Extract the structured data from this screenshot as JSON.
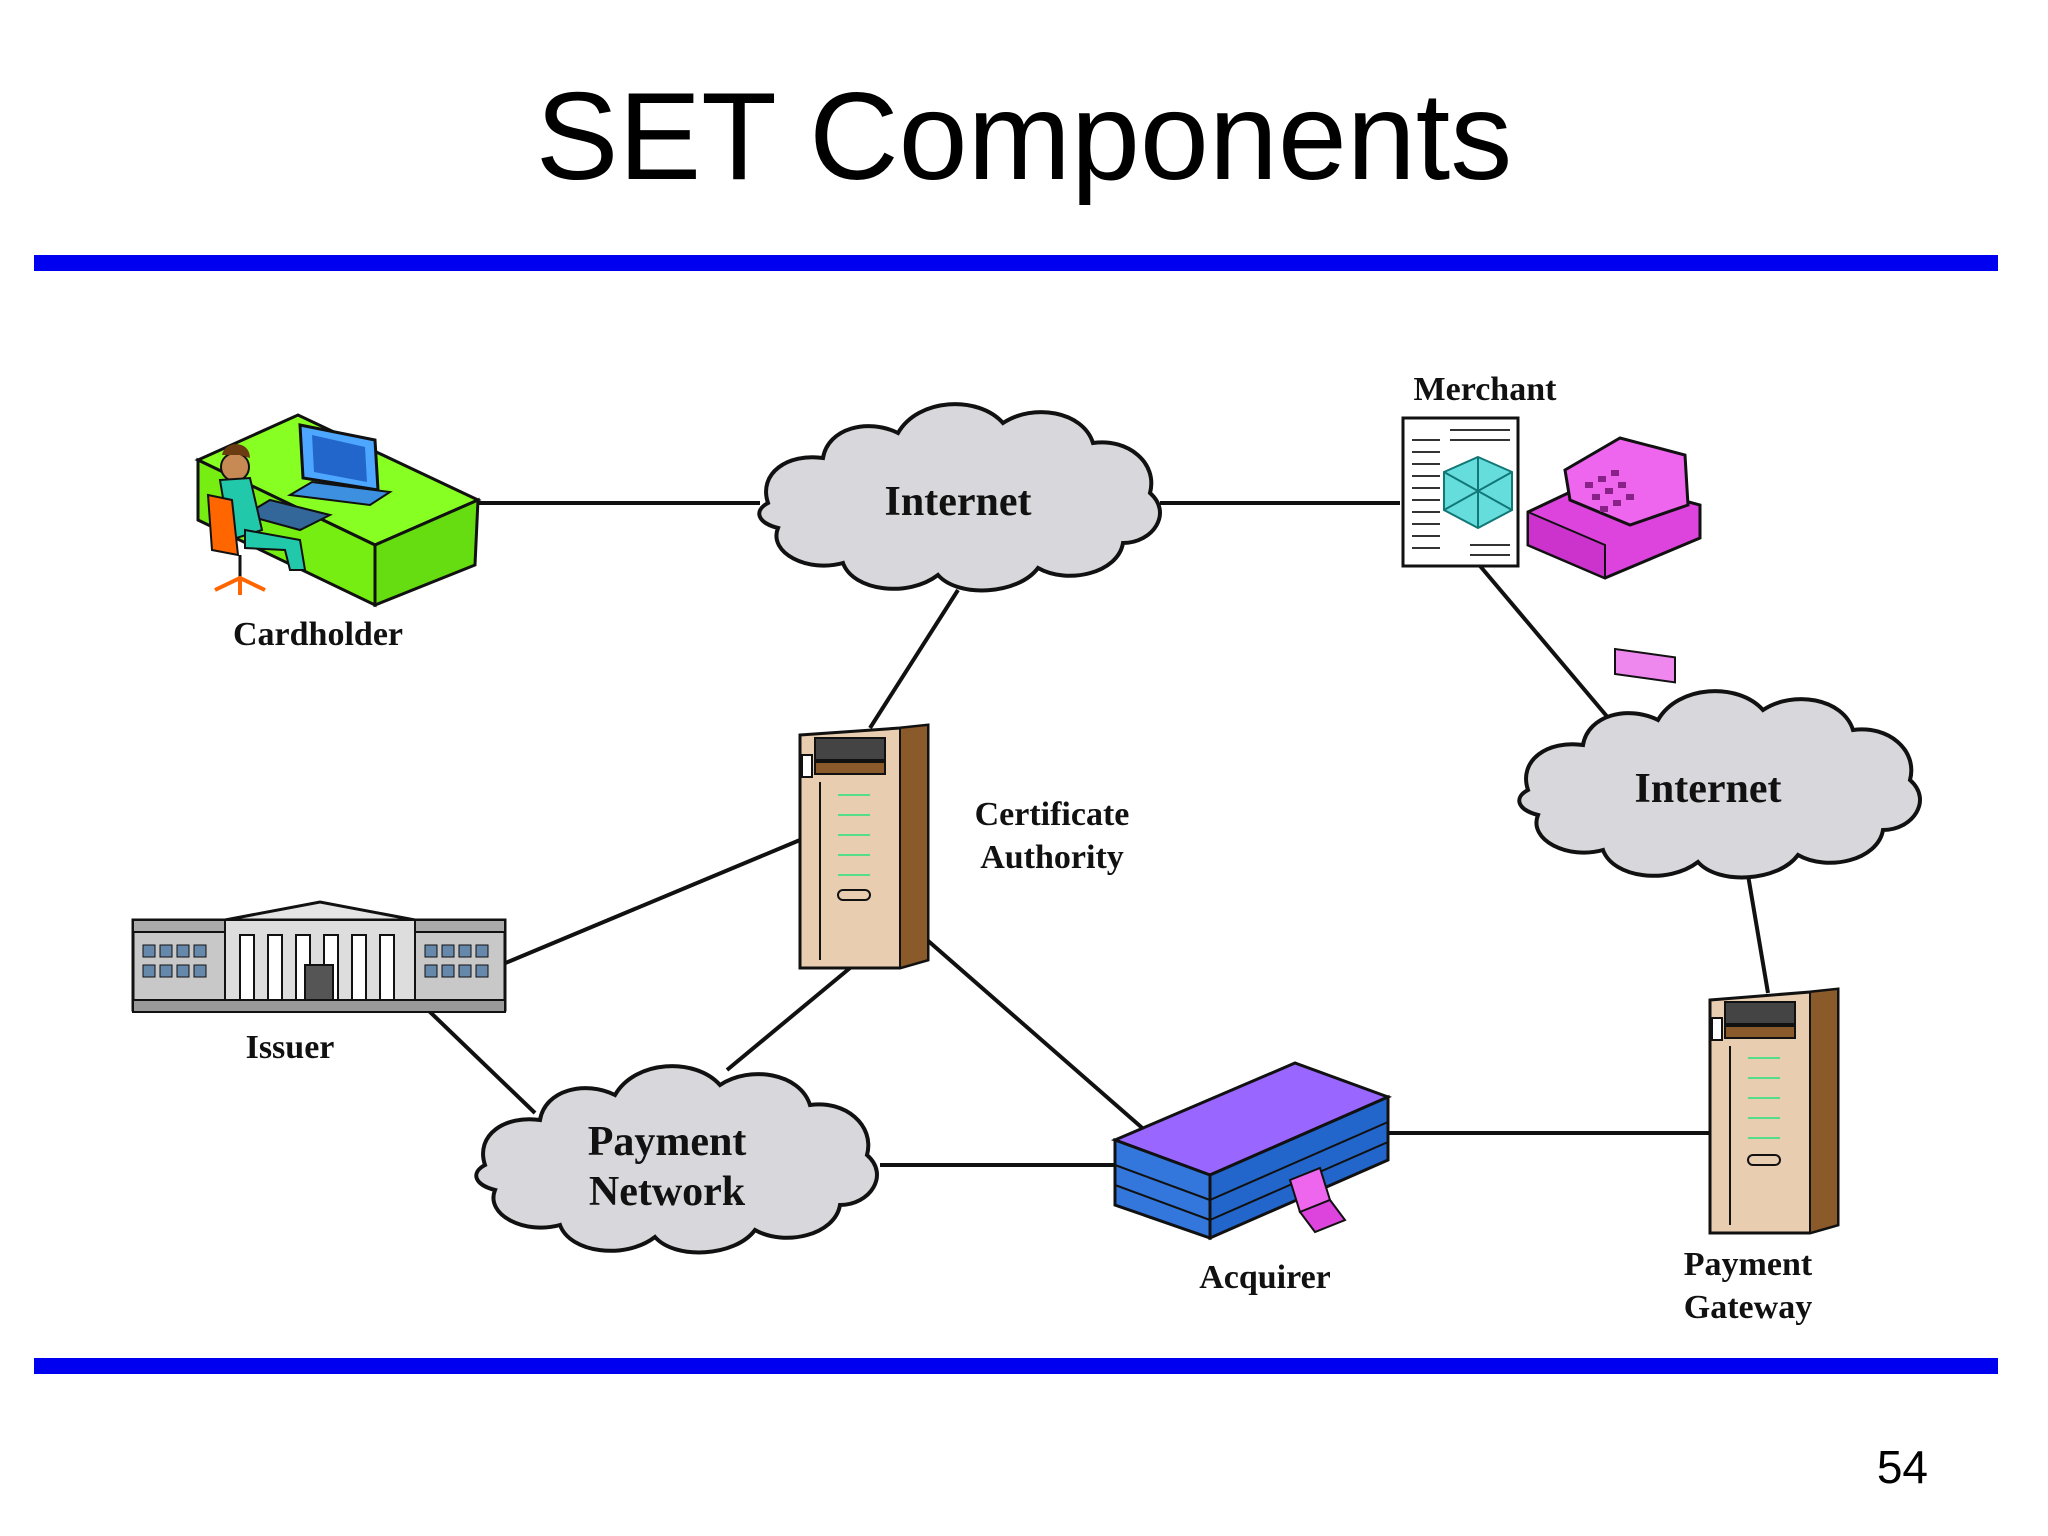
{
  "slide": {
    "title": "SET Components",
    "page_number": "54"
  },
  "colors": {
    "rule": "#0000f0",
    "cloud_fill": "#d8d8dc",
    "desk": "#88ff22",
    "register": "#dd44dd",
    "acquirer_roof": "#9966ff",
    "acquirer_windows": "#3399ff",
    "server": "#e8cdb0"
  },
  "diagram": {
    "clouds": {
      "internet_top": "Internet",
      "internet_right": "Internet",
      "payment_network_line1": "Payment",
      "payment_network_line2": "Network"
    },
    "nodes": {
      "cardholder": "Cardholder",
      "merchant": "Merchant",
      "ca_line1": "Certificate",
      "ca_line2": "Authority",
      "issuer": "Issuer",
      "acquirer": "Acquirer",
      "gateway_line1": "Payment",
      "gateway_line2": "Gateway"
    }
  }
}
